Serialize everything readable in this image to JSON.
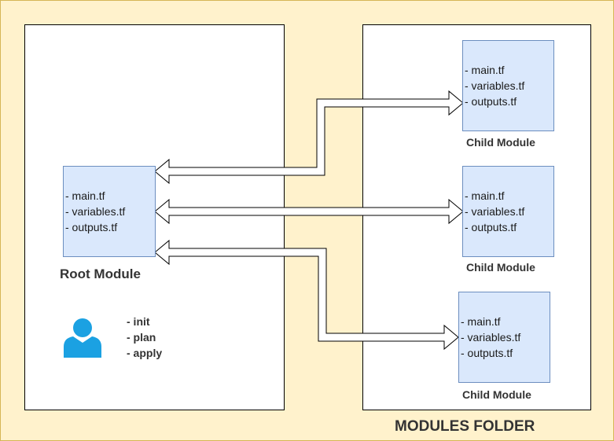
{
  "colors": {
    "background": "#fff2cc",
    "background_border": "#d6b656",
    "panel": "#ffffff",
    "module_fill": "#dae8fc",
    "module_border": "#6c8ebf",
    "user_icon": "#1ba1e2",
    "label_text": "#333333"
  },
  "root": {
    "files": [
      "- main.tf",
      "- variables.tf",
      "- outputs.tf"
    ],
    "label": "Root Module",
    "commands": [
      "- init",
      "- plan",
      "- apply"
    ],
    "icon": "user-icon"
  },
  "children": [
    {
      "files": [
        "- main.tf",
        "- variables.tf",
        "- outputs.tf"
      ],
      "label": "Child Module"
    },
    {
      "files": [
        "- main.tf",
        "- variables.tf",
        "- outputs.tf"
      ],
      "label": "Child Module"
    },
    {
      "files": [
        "- main.tf",
        "- variables.tf",
        "- outputs.tf"
      ],
      "label": "Child Module"
    }
  ],
  "folder_label": "MODULES FOLDER"
}
